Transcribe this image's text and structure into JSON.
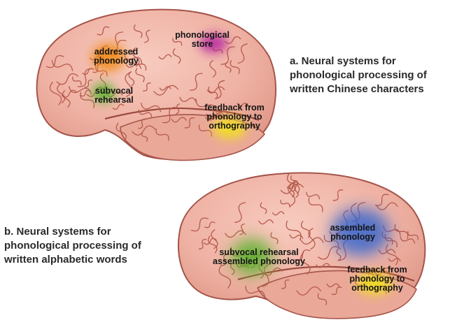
{
  "panel_a": {
    "caption": [
      "a. Neural systems for",
      "phonological processing of",
      "written Chinese characters"
    ],
    "regions": [
      {
        "lines": [
          "addressed",
          "phonology"
        ],
        "color": "#f08a18"
      },
      {
        "lines": [
          "phonological",
          "store"
        ],
        "color": "#b21a9e"
      },
      {
        "lines": [
          "subvocal",
          "rehearsal"
        ],
        "color": "#55b22a"
      },
      {
        "lines": [
          "feedback from",
          "phonology to",
          "orthography"
        ],
        "color": "#f2e21e"
      }
    ]
  },
  "panel_b": {
    "caption": [
      "b. Neural systems for",
      "phonological processing of",
      "written alphabetic words"
    ],
    "regions": [
      {
        "lines": [
          "assembled",
          "phonology"
        ],
        "color": "#2f62cf"
      },
      {
        "lines": [
          "subvocal rehearsal",
          "assembled phonology"
        ],
        "color": "#58b22c"
      },
      {
        "lines": [
          "feedback from",
          "phonology to",
          "orthography"
        ],
        "color": "#f2e21e"
      }
    ]
  },
  "colors": {
    "brain_fill": "#efb2a4",
    "gyrus_line": "#b55a4c",
    "outline": "#a5544a"
  }
}
